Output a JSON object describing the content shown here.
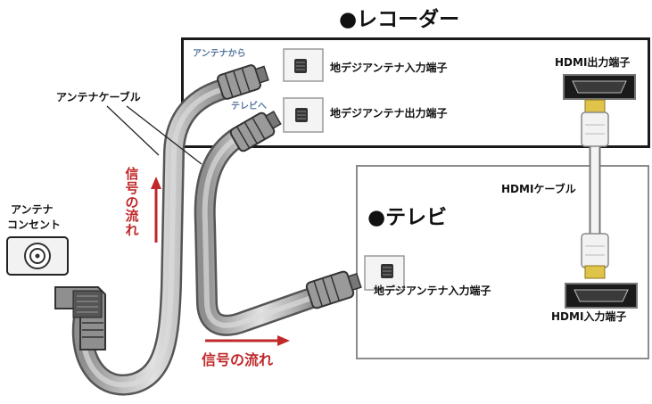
{
  "recorder": {
    "title": "●レコーダー",
    "from_antenna": "アンテナから",
    "to_tv": "テレビへ",
    "port_digital_in": "地デジアンテナ入力端子",
    "port_digital_out": "地デジアンテナ出力端子",
    "port_hdmi_out": "HDMI出力端子"
  },
  "tv": {
    "title": "●テレビ",
    "port_digital_in": "地デジアンテナ入力端子",
    "port_hdmi_in": "HDMI入力端子"
  },
  "antenna_cable": "アンテナケーブル",
  "antenna_outlet": [
    "アンテナ",
    "コンセント"
  ],
  "hdmi_cable": "HDMIケーブル",
  "signal_flow_vertical": [
    "信",
    "号",
    "の",
    "流",
    "れ"
  ],
  "signal_flow_horizontal": "信号の流れ",
  "colors": {
    "arrow": "#c0282a",
    "text_blue": "#5a7aa0",
    "cable": "#b9b9b9",
    "cable_edge": "#555555"
  }
}
